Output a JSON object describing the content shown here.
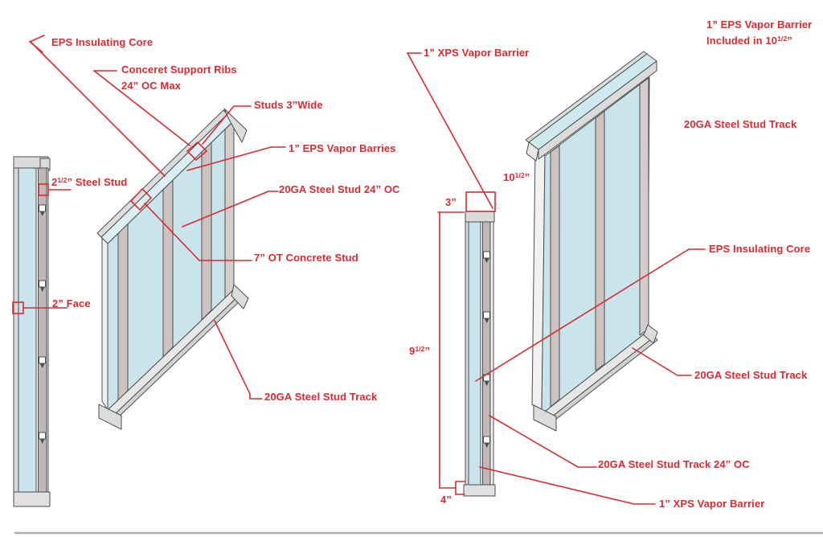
{
  "colors": {
    "accent_red": "#d92b31",
    "panel_blue": "#c9e4ea",
    "panel_blue_light": "#dceef3",
    "stud_gray": "#cdc2bf",
    "track_gray": "#dbdbd9",
    "outline": "#4a4e52"
  },
  "left_group": {
    "eps_core": "EPS Insulating Core",
    "support_ribs_line1": "Conceret Support Ribs",
    "support_ribs_line2": "24” OC Max",
    "studs_wide": "Studs 3”Wide",
    "eps_vapor_barrier": "1” EPS Vapor Barries",
    "steel_stud_24oc": "20GA Steel Stud 24” OC",
    "concrete_stud": "7” OT Concrete Stud",
    "steel_stud_2half": {
      "base": "2",
      "frac": "1/2",
      "rest": "” Steel Stud"
    },
    "face": "2” Face",
    "stud_track": "20GA Steel Stud Track"
  },
  "right_group": {
    "xps_vapor_barrier_top": "1” XPS Vapor Barrier",
    "eps_included_line1": "1” EPS Vapor Barrier",
    "eps_included_line2": {
      "base": "Included in 10",
      "frac": "1/2",
      "rest": "”"
    },
    "stud_track_top": "20GA Steel Stud Track",
    "eps_core": "EPS Insulating Core",
    "stud_track_mid": "20GA Steel Stud Track",
    "stud_track_24oc": "20GA Steel Stud Track 24” OC",
    "xps_vapor_barrier_bottom": "1” XPS Vapor Barrier",
    "dim_3": "3”",
    "dim_10half": {
      "base": "10",
      "frac": "1/2",
      "rest": "”"
    },
    "dim_9half": {
      "base": "9",
      "frac": "1/2",
      "rest": "”"
    },
    "dim_4": "4”"
  }
}
